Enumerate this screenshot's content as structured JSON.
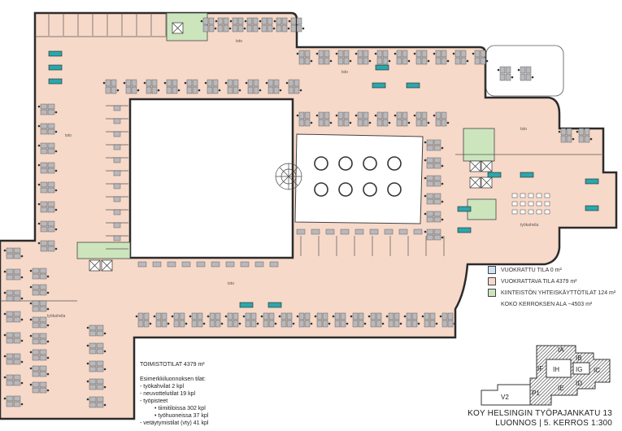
{
  "legend": {
    "items": [
      {
        "label": "VUOKRATTU TILA 0 m²",
        "color": "#cfe4f0"
      },
      {
        "label": "VUOKRATTAVA TILA 4379 m²",
        "color": "#f7d9c9"
      },
      {
        "label": "KIINTEISTÖN YHTEISKÄYTTÖTILAT 124 m²",
        "color": "#cce5bd"
      }
    ],
    "total": "KOKO KERROKSEN ALA ~4503 m²"
  },
  "stats": {
    "heading": "TOIMISTOTILAT 4379 m²",
    "subheading": "Esimerkkiluonnoksen tilat:",
    "lines": [
      "- työkahvilat 2 kpl",
      "- neuvottelutilat 19 kpl",
      "- työpisteet",
      "•   tiimitiloissa 302 kpl",
      "•   työhuoneissa 37 kpl",
      "- vetäytymistilat (vty) 41 kpl"
    ]
  },
  "keyplan": {
    "labels": [
      "IA",
      "IB",
      "IC",
      "ID",
      "IE",
      "IF",
      "IG",
      "IH",
      "P1",
      "V2"
    ]
  },
  "title": {
    "line1": "KOY HELSINGIN TYÖPAJANKATU 13",
    "line2": "LUONNOS | 5. KERROS 1:300"
  },
  "room_labels": {
    "office": "tsto",
    "cafe": "työkahvila"
  },
  "colors": {
    "floor": "#f7d9c9",
    "shared": "#cce5bd",
    "meeting_table": "#2aa7ad",
    "desk": "#b9b9bd",
    "wall": "#2b2b2b"
  }
}
